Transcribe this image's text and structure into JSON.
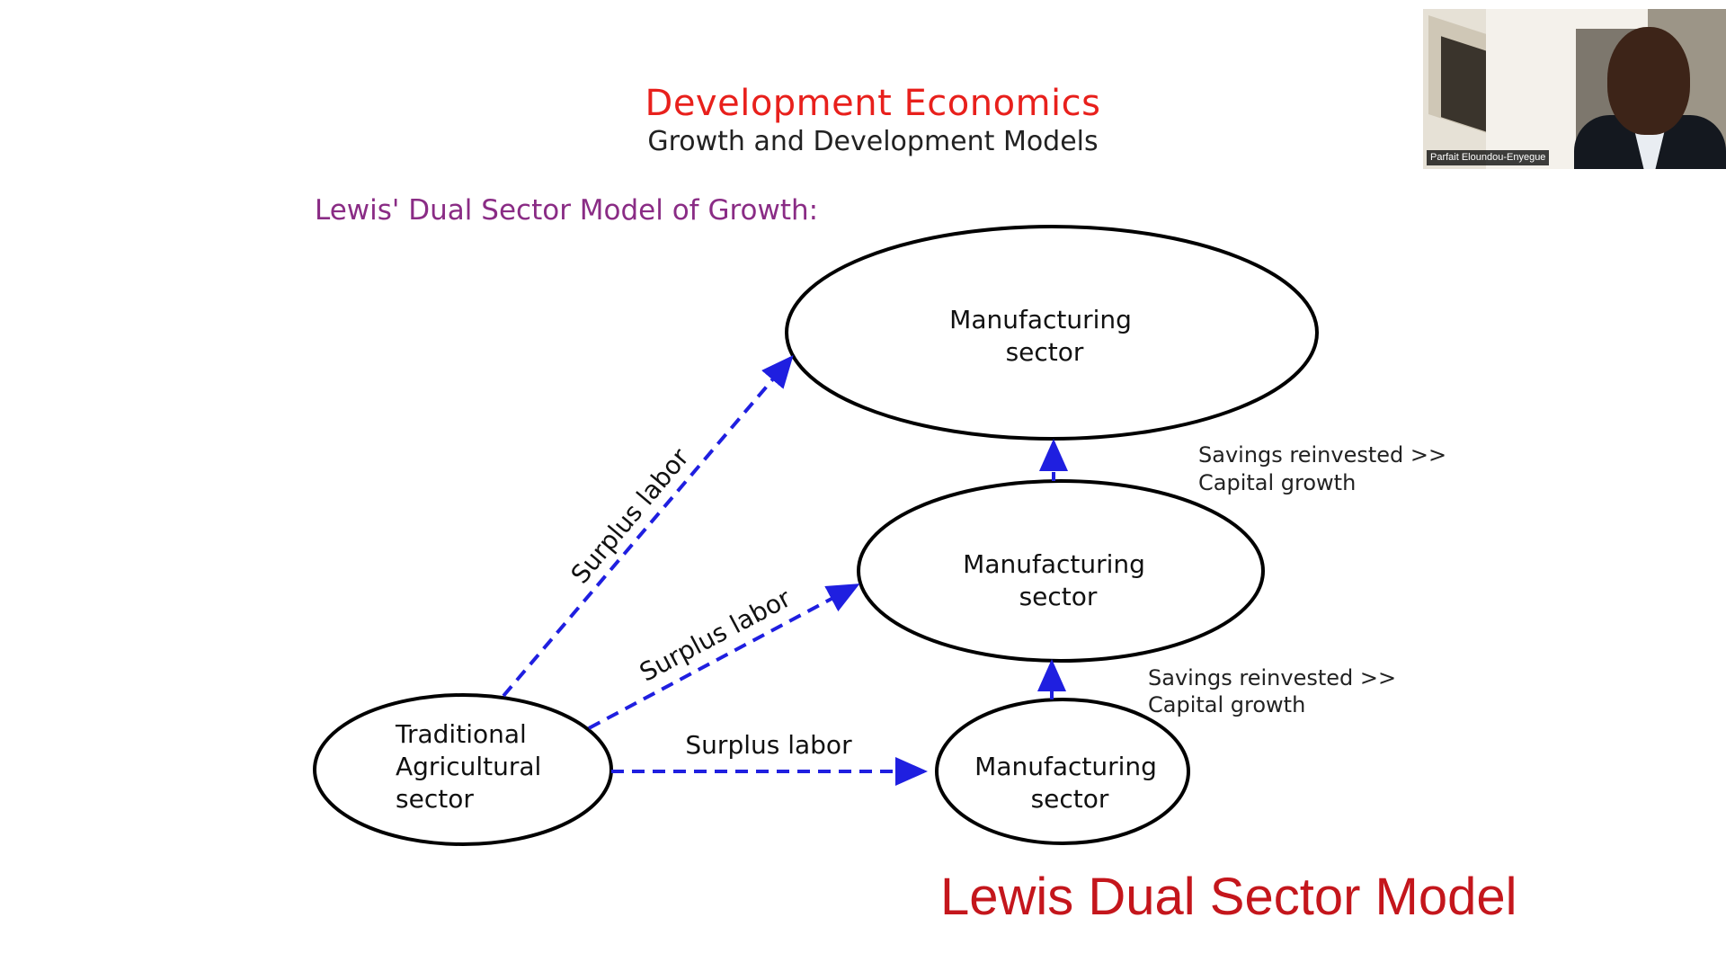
{
  "slide": {
    "title": "Development Economics",
    "subtitle": "Growth and Development Models",
    "model_heading": "Lewis' Dual Sector Model of Growth:",
    "footer_caption": "Lewis Dual Sector Model"
  },
  "diagram": {
    "nodes": {
      "agricultural": {
        "line1": "Traditional",
        "line2": "Agricultural",
        "line3": "sector"
      },
      "manufacturing_top": {
        "line1": "Manufacturing",
        "line2": "sector"
      },
      "manufacturing_mid": {
        "line1": "Manufacturing",
        "line2": "sector"
      },
      "manufacturing_bottom": {
        "line1": "Manufacturing",
        "line2": "sector"
      }
    },
    "edges": {
      "surplus_top": "Surplus labor",
      "surplus_mid": "Surplus labor",
      "surplus_bottom": "Surplus labor",
      "savings_upper": {
        "line1": "Savings reinvested >>",
        "line2": "Capital growth"
      },
      "savings_lower": {
        "line1": "Savings reinvested >>",
        "line2": "Capital growth"
      }
    },
    "arrow_color": "#1f1fe0"
  },
  "webcam": {
    "participant_name": "Parfait Eloundou-Enyegue"
  }
}
